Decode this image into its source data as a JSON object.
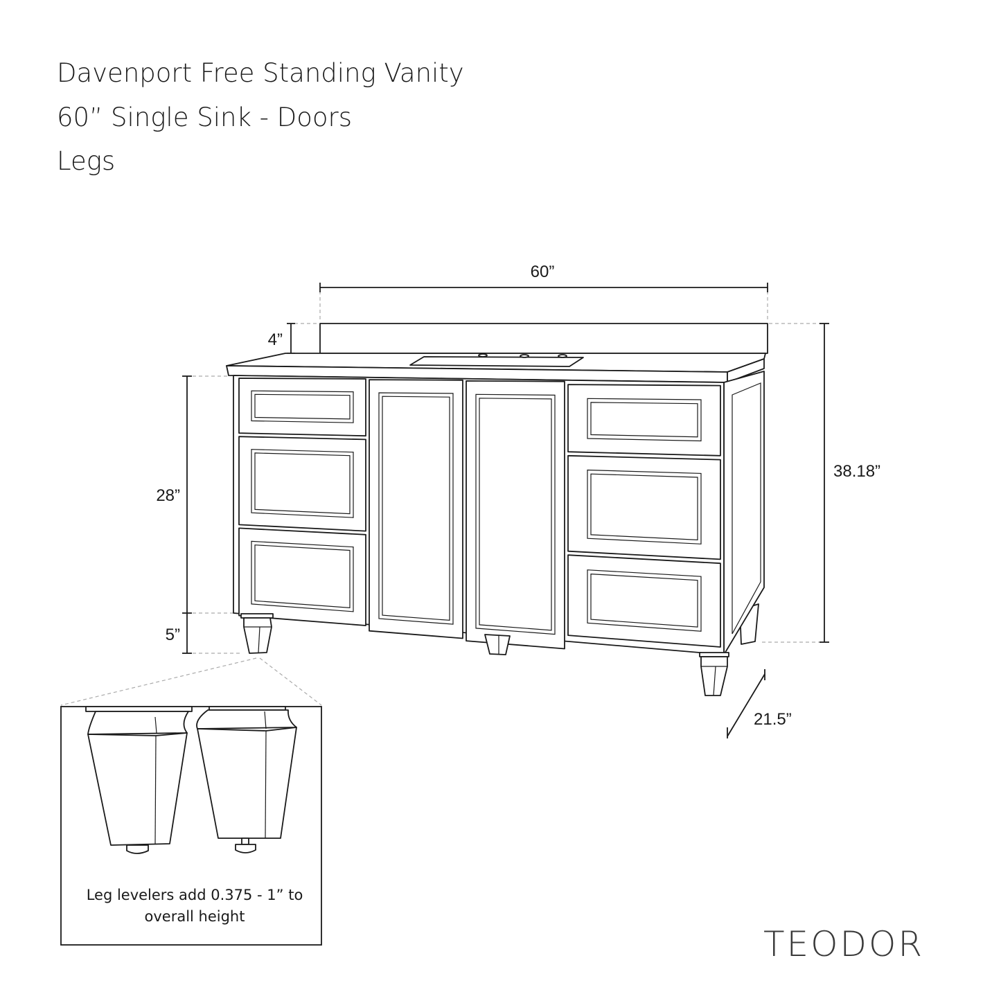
{
  "title": {
    "line1": "Davenport Free Standing Vanity",
    "line2": "60” Single Sink - Doors",
    "line3": "Legs"
  },
  "dimensions": {
    "width": "60”",
    "backsplash": "4”",
    "cabinet_height": "28”",
    "leg_height": "5”",
    "overall_height": "38.18”",
    "depth": "21.5”"
  },
  "inset": {
    "note_line1": "Leg levelers add 0.375 - 1” to",
    "note_line2": "overall height"
  },
  "brand": {
    "logo": "TEODOR"
  },
  "colors": {
    "line": "#1a1a1a",
    "dash": "#aaaaaa",
    "logo": "#3a3a3a"
  }
}
